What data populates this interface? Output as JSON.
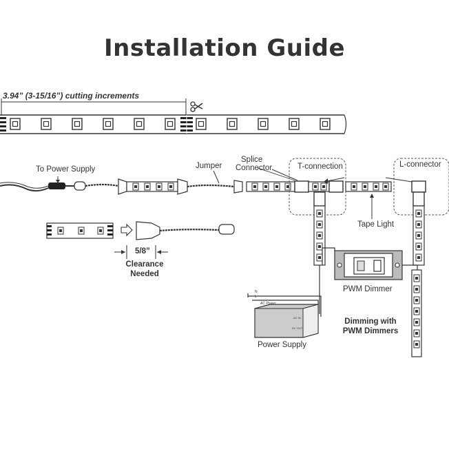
{
  "title": "Installation Guide",
  "cutting": {
    "label": "3.94” (3-15/16”) cutting increments"
  },
  "labels": {
    "to_power_supply": "To Power Supply",
    "jumper": "Jumper",
    "splice_1": "Splice",
    "splice_2": "Connector",
    "t_connection": "T-connection",
    "l_connector": "L-connector",
    "tape_light": "Tape Light",
    "clearance_size": "5/8”",
    "clearance_1": "Clearance",
    "clearance_2": "Needed",
    "pwm_dimmer": "PWM Dimmer",
    "dimming_1": "Dimming with",
    "dimming_2": "PWM Dimmers",
    "power_supply": "Power Supply",
    "ac_power": "AC Power",
    "ps_ac_in": "AC IN",
    "ps_dc_out": "DC OUT",
    "wire_n": "N",
    "wire_l": "L"
  },
  "icons": {
    "scissors": "scissors-icon",
    "arrow": "arrow-right-icon"
  }
}
